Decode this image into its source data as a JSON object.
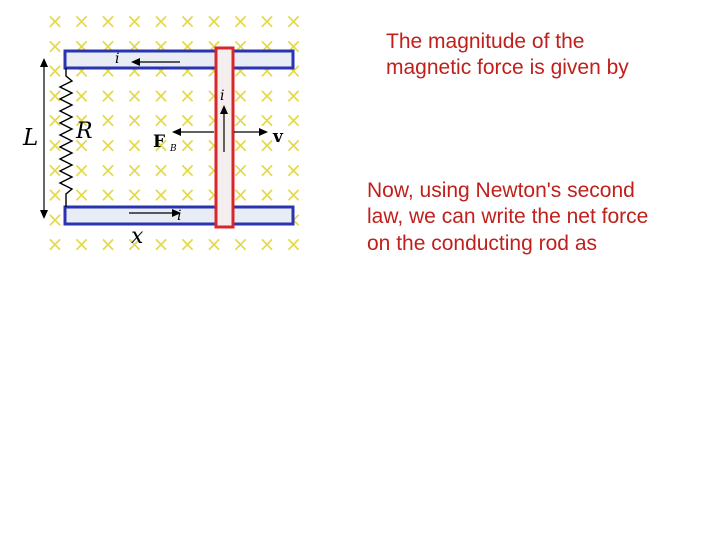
{
  "text": {
    "force_magnitude": [
      "The magnitude of the",
      "magnetic force is given by"
    ],
    "newton_second_law": [
      "Now, using Newton's second",
      "law, we can write the net force",
      "on the conducting rod as"
    ]
  },
  "diagram": {
    "labels": {
      "current_top": "i",
      "current_rod": "i",
      "current_bottom": "i",
      "length": "L",
      "resistance": "R",
      "force_main": "F",
      "force_sub": "B",
      "velocity": "v",
      "displacement": "x"
    },
    "field_symbol": "×",
    "colors": {
      "field": "#e4d94a",
      "rail_border": "#2a33b0",
      "rail_fill": "#e8ecf4",
      "rod_border": "#d8262b",
      "rod_fill": "#f4efee",
      "text": "#c0201c"
    }
  }
}
